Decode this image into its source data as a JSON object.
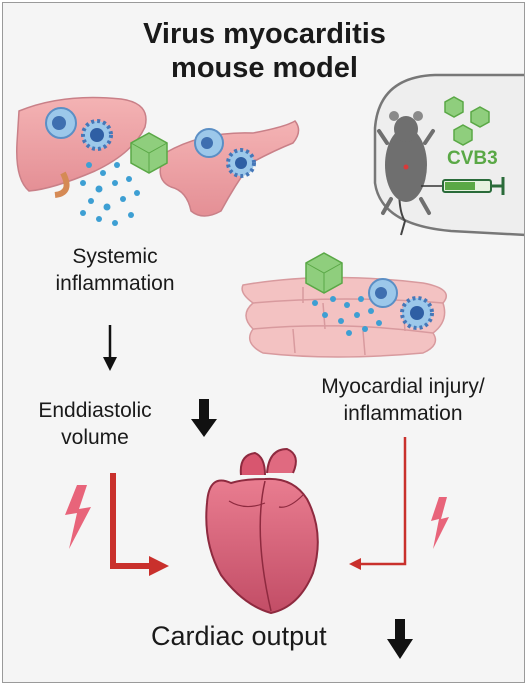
{
  "title": {
    "line1": "Virus myocarditis",
    "line2": "mouse model"
  },
  "virus_label": "CVB3",
  "systemic": {
    "line1": "Systemic",
    "line2": "inflammation"
  },
  "edv": {
    "line1": "Enddiastolic",
    "line2": "volume"
  },
  "myocardial": {
    "line1": "Myocardial injury/",
    "line2": "inflammation"
  },
  "cardiac_output": "Cardiac output",
  "colors": {
    "virus_green": "#6cbf5a",
    "cvb3_text": "#5aa846",
    "arrow_red": "#c9302c",
    "lightning": "#e8647a",
    "heart": "#d65f78",
    "organ_pink": "#f0a9ae",
    "cytokine_blue": "#3d9fd3"
  },
  "icons": [
    "liver-icon",
    "pancreas-icon",
    "virus-icon",
    "immune-cell-icon",
    "mouse-icon",
    "syringe-icon",
    "heart-muscle-tissue-icon",
    "heart-icon",
    "lightning-icon",
    "down-arrow-icon"
  ]
}
